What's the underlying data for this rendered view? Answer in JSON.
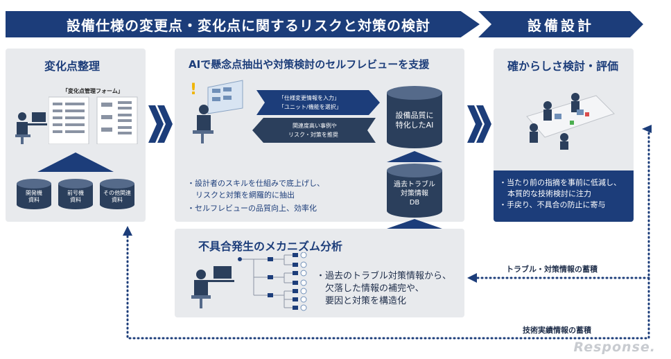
{
  "banner": {
    "left": "設備仕様の変更点・変化点に関するリスクと対策の検討",
    "right": "設備設計"
  },
  "panel1": {
    "title": "変化点整理",
    "form_label": "「変化点管理フォーム」",
    "db": [
      {
        "line1": "開発機",
        "line2": "資料"
      },
      {
        "line1": "前号機",
        "line2": "資料"
      },
      {
        "line1": "その他関連",
        "line2": "資料"
      }
    ]
  },
  "panel2": {
    "title": "AIで懸念点抽出や対策検討のセルフレビューを支援",
    "arrow_in_1": "「仕様変更情報を入力」",
    "arrow_in_2": "「ユニット/機能を選択」",
    "arrow_out_1": "関連度高い事例や",
    "arrow_out_2": "リスク・対策を推奨",
    "ai_db_1": "設備品質に",
    "ai_db_2": "特化したAI",
    "trouble_db_1": "過去トラブル",
    "trouble_db_2": "対策情報",
    "trouble_db_3": "DB",
    "bullet1a": "・設計者のスキルを仕組みで底上げし、",
    "bullet1b": "リスクと対策を網羅的に抽出",
    "bullet2": "・セルフレビューの品質向上、効率化"
  },
  "panel3": {
    "title": "確からしさ検討・評価",
    "bullet1a": "・当たり前の指摘を事前に低減し、",
    "bullet1b": "本質的な技術検討に注力",
    "bullet2": "・手戻り、不具合の防止に寄与"
  },
  "panel4": {
    "title": "不具合発生のメカニズム分析",
    "bullet1a": "・過去のトラブル対策情報から、",
    "bullet1b": "欠落した情報の補完や、",
    "bullet1c": "要因と対策を構造化"
  },
  "feedback": {
    "trouble": "トラブル・対策情報の蓄積",
    "tech": "技術実績情報の蓄積"
  },
  "logo": "Response."
}
